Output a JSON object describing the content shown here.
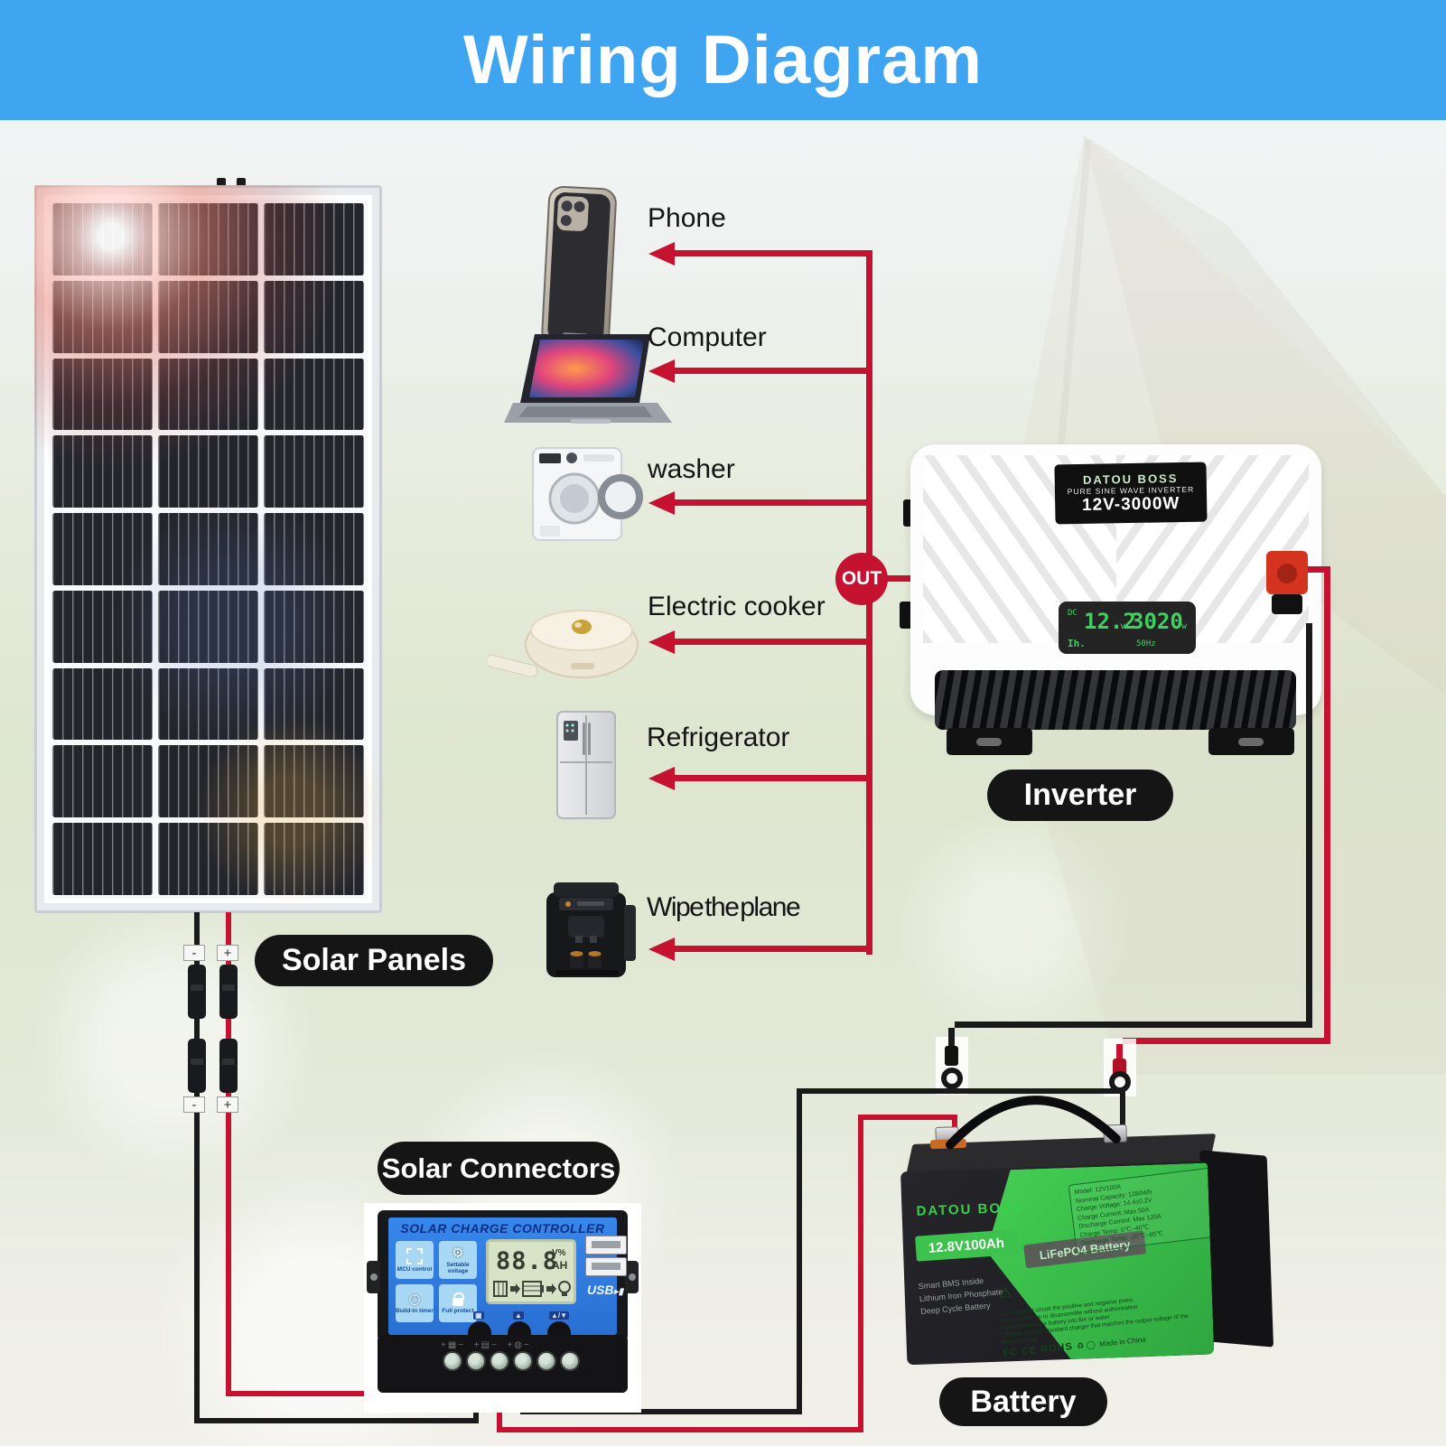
{
  "header": {
    "title": "Wiring Diagram",
    "bg_color": "#3fa5f0"
  },
  "colors": {
    "wire_red": "#c41230",
    "wire_black": "#1a1a1a",
    "pill_bg": "#151515",
    "controller_blue": "#2b7de0",
    "battery_green": "#3ec24e",
    "display_green": "#3ed060"
  },
  "labels": {
    "solar_panels": "Solar Panels",
    "solar_connectors": "Solar Connectors",
    "inverter": "Inverter",
    "battery": "Battery",
    "out_badge": "OUT"
  },
  "appliances": [
    {
      "label": "Phone"
    },
    {
      "label": "Computer"
    },
    {
      "label": "washer"
    },
    {
      "label": "Electric cooker"
    },
    {
      "label": "Refrigerator"
    },
    {
      "label": "Wipe the plane"
    }
  ],
  "connectors": {
    "negative_tag": "-",
    "positive_tag": "+"
  },
  "inverter": {
    "brand": "DATOU BOSS",
    "plate_line2": "PURE SINE WAVE INVERTER",
    "plate_line3": "12V-3000W",
    "display": {
      "dc": "DC",
      "voltage": "12.2",
      "v_unit": "v",
      "power": "3020",
      "w_unit": "w",
      "freq": "50Hz",
      "bars": "Ih."
    }
  },
  "controller": {
    "title": "SOLAR CHARGE CONTROLLER",
    "tiles": [
      {
        "label": "MCU control"
      },
      {
        "label": "Settable voltage"
      },
      {
        "label": "Build-in timer"
      },
      {
        "label": "Full protect"
      }
    ],
    "lcd_value": "88.8",
    "lcd_unit1": "V%",
    "lcd_unit2": "AH",
    "usb_label": "USB",
    "buttons": [
      "▣",
      "▲",
      "▲/▼"
    ]
  },
  "battery": {
    "brand": "DATOU BOSS",
    "capacity": "12.8V100Ah",
    "type": "LiFePO4 Battery",
    "taglines": [
      "Smart BMS Inside",
      "Lithium Iron Phosphate",
      "Deep Cycle Battery"
    ],
    "spec_lines": [
      "Model: 12V100A",
      "Nominal Capacity: 1280Wh",
      "Charge Voltage: 14.4±0.2V",
      "Charge Current: Max 50A",
      "Discharge Current: Max 120A",
      "Charge Temp: 0℃~45℃",
      "Discharge Temp: -20℃~65℃"
    ],
    "warning_lines": [
      "Do not short circuit the positive and negative poles",
      "Do not remove or disassemble without authorization",
      "Do not throw the battery into fire or water",
      "Please use the standard charger that matches the output voltage of the lithium battery"
    ],
    "certs": "FC CE ROHS",
    "made_in": "Made in China"
  }
}
